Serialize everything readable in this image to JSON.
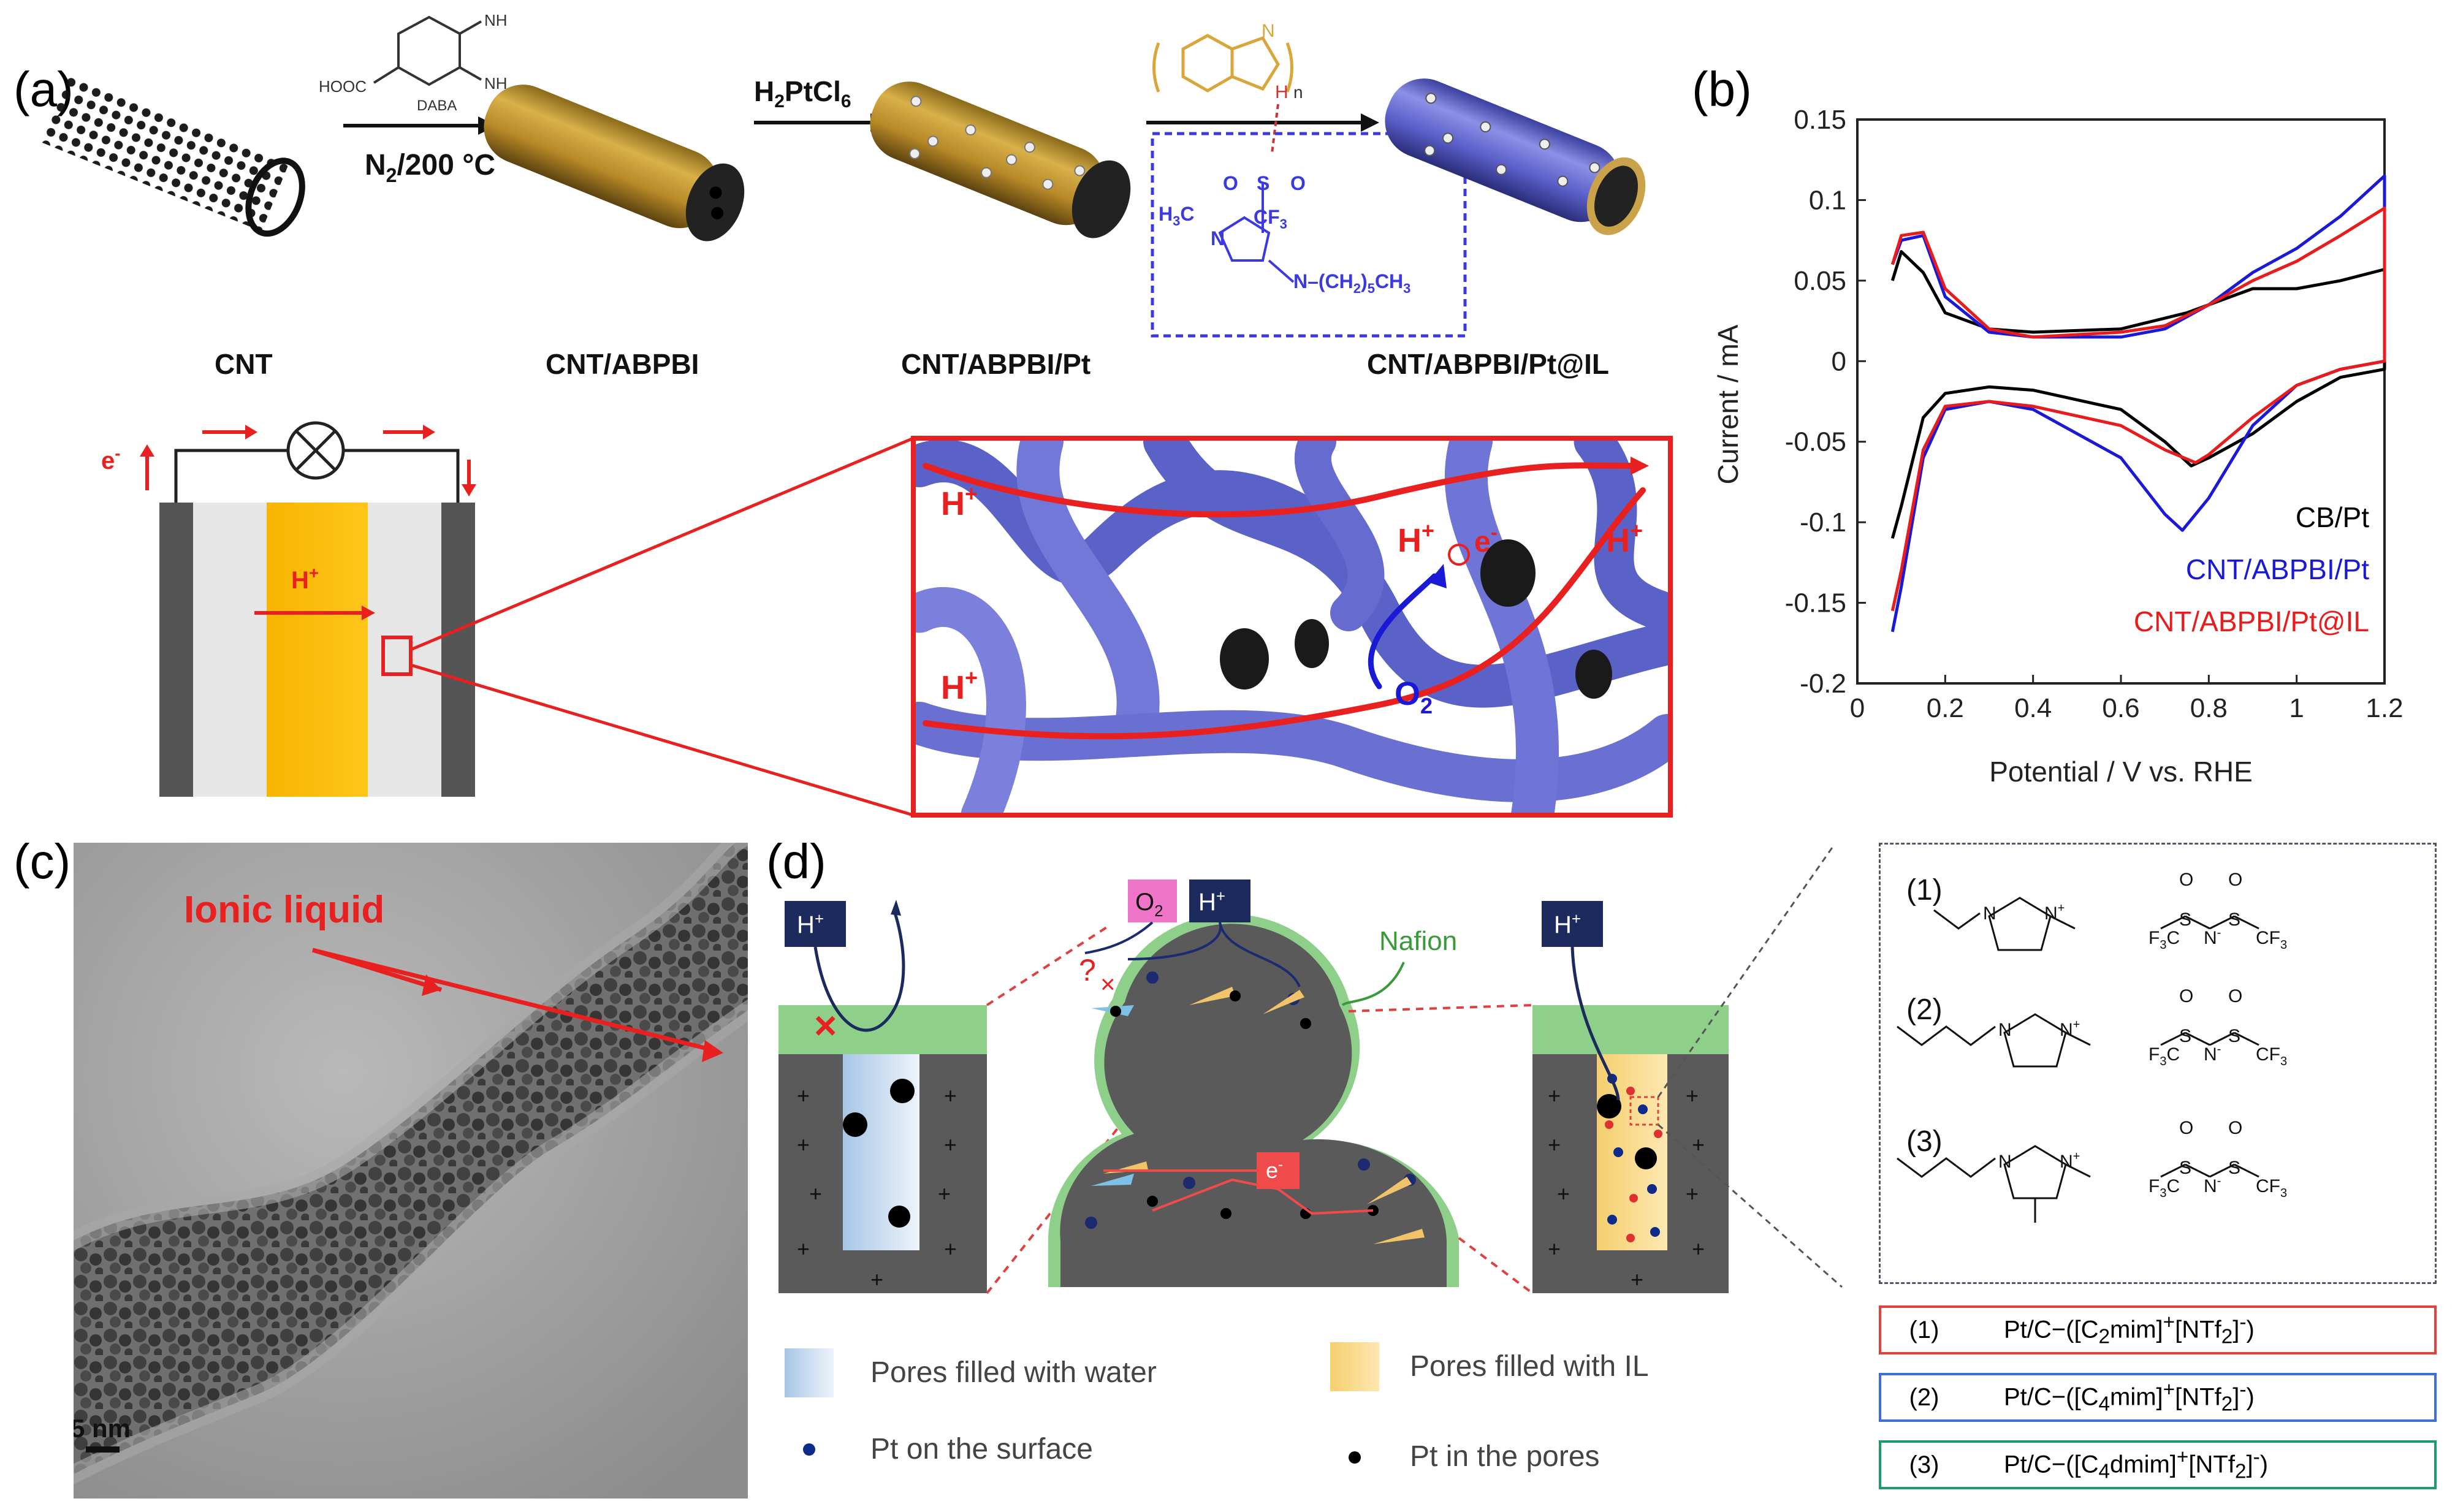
{
  "panels": {
    "a": "(a)",
    "b": "(b)",
    "c": "(c)",
    "d": "(d)"
  },
  "panel_a": {
    "reagent1_name": "DABA",
    "reagent1_groups": [
      "NH",
      "NH",
      "HOOC"
    ],
    "cond1": "N",
    "cond1_sub": "2",
    "cond1_rest": "/200 °C",
    "reagent2": "H",
    "reagent2_sub1": "2",
    "reagent2_mid": "PtCl",
    "reagent2_sub2": "6",
    "polymer_n": "n",
    "polymer_atoms": [
      "N",
      "H"
    ],
    "il_atoms": [
      "H",
      "C",
      "N",
      "O",
      "S",
      "O",
      "CF",
      "N–(CH",
      ")",
      "CH"
    ],
    "stage_labels": [
      "CNT",
      "CNT/ABPBI",
      "CNT/ABPBI/Pt",
      "CNT/ABPBI/Pt@IL"
    ],
    "circuit_eminus": "e",
    "circuit_hplus": "H",
    "zoom_labels": [
      "H",
      "H",
      "H",
      "H",
      "e",
      "O"
    ],
    "zoom_sub": "2",
    "plus": "+",
    "minus": "-"
  },
  "chart_data": {
    "type": "line",
    "xlabel": "Potential / V vs. RHE",
    "ylabel": "Current / mA",
    "xlim": [
      0,
      1.2
    ],
    "ylim": [
      -0.2,
      0.15
    ],
    "xticks": [
      "0",
      "0.2",
      "0.4",
      "0.6",
      "0.8",
      "1",
      "1.2"
    ],
    "yticks": [
      "0.15",
      "0.1",
      "0.05",
      "0",
      "-0.05",
      "-0.1",
      "-0.15",
      "-0.2"
    ],
    "legend_position": "lower-right",
    "series": [
      {
        "name": "CB/Pt",
        "color": "#000000",
        "x": [
          0.08,
          0.1,
          0.15,
          0.2,
          0.3,
          0.4,
          0.6,
          0.75,
          0.9,
          1.0,
          1.1,
          1.2,
          1.2,
          1.1,
          1.0,
          0.9,
          0.8,
          0.76,
          0.7,
          0.6,
          0.4,
          0.3,
          0.2,
          0.15,
          0.1,
          0.08
        ],
        "y": [
          0.05,
          0.068,
          0.055,
          0.03,
          0.02,
          0.018,
          0.02,
          0.03,
          0.045,
          0.045,
          0.05,
          0.057,
          -0.005,
          -0.01,
          -0.025,
          -0.045,
          -0.06,
          -0.065,
          -0.05,
          -0.03,
          -0.018,
          -0.016,
          -0.02,
          -0.035,
          -0.09,
          -0.11
        ]
      },
      {
        "name": "CNT/ABPBI/Pt",
        "color": "#1a1ad6",
        "x": [
          0.08,
          0.1,
          0.15,
          0.2,
          0.3,
          0.4,
          0.6,
          0.7,
          0.8,
          0.9,
          1.0,
          1.1,
          1.2,
          1.2,
          1.1,
          1.0,
          0.9,
          0.8,
          0.74,
          0.7,
          0.6,
          0.4,
          0.3,
          0.2,
          0.15,
          0.1,
          0.08
        ],
        "y": [
          0.06,
          0.075,
          0.078,
          0.04,
          0.018,
          0.015,
          0.015,
          0.02,
          0.035,
          0.055,
          0.07,
          0.09,
          0.115,
          0.0,
          -0.005,
          -0.015,
          -0.04,
          -0.085,
          -0.105,
          -0.095,
          -0.06,
          -0.03,
          -0.025,
          -0.03,
          -0.06,
          -0.14,
          -0.168
        ]
      },
      {
        "name": "CNT/ABPBI/Pt@IL",
        "color": "#e81c1c",
        "x": [
          0.08,
          0.1,
          0.15,
          0.2,
          0.3,
          0.4,
          0.6,
          0.7,
          0.8,
          0.9,
          1.0,
          1.1,
          1.2,
          1.2,
          1.1,
          1.0,
          0.9,
          0.8,
          0.77,
          0.7,
          0.6,
          0.4,
          0.3,
          0.2,
          0.15,
          0.1,
          0.08
        ],
        "y": [
          0.06,
          0.078,
          0.08,
          0.045,
          0.02,
          0.015,
          0.018,
          0.022,
          0.035,
          0.05,
          0.062,
          0.078,
          0.095,
          0.0,
          -0.005,
          -0.015,
          -0.035,
          -0.058,
          -0.063,
          -0.055,
          -0.04,
          -0.028,
          -0.025,
          -0.028,
          -0.055,
          -0.13,
          -0.155
        ]
      }
    ]
  },
  "panel_c": {
    "annotation": "Ionic liquid",
    "scalebar": "5 nm"
  },
  "panel_d": {
    "h_plus": "H",
    "o2": "O",
    "o2_sub": "2",
    "nafion": "Nafion",
    "question": "?",
    "x_mark": "×",
    "e_minus": "e",
    "legend": {
      "water": "Pores filled with water",
      "il": "Pores filled with IL",
      "pt_surface": "Pt on the surface",
      "pt_pores": "Pt in the pores"
    },
    "structures": {
      "numbers": [
        "(1)",
        "(2)",
        "(3)"
      ],
      "atoms": [
        "N",
        "N",
        "+",
        "F",
        "C",
        "S",
        "O",
        "N",
        "-"
      ]
    },
    "boxes": [
      {
        "num": "(1)",
        "pre": "Pt/C−([C",
        "sub": "2",
        "mid": "mim]",
        "sup": "+",
        "mid2": "[NTf",
        "sub2": "2",
        "end": "]",
        "sup2": "-",
        "close": ")",
        "color": "#e0433b"
      },
      {
        "num": "(2)",
        "pre": "Pt/C−([C",
        "sub": "4",
        "mid": "mim]",
        "sup": "+",
        "mid2": "[NTf",
        "sub2": "2",
        "end": "]",
        "sup2": "-",
        "close": ")",
        "color": "#3d6fd8"
      },
      {
        "num": "(3)",
        "pre": "Pt/C−([C",
        "sub": "4",
        "mid": "dmim]",
        "sup": "+",
        "mid2": "[NTf",
        "sub2": "2",
        "end": "]",
        "sup2": "-",
        "close": ")",
        "color": "#1f9a6b"
      }
    ]
  }
}
